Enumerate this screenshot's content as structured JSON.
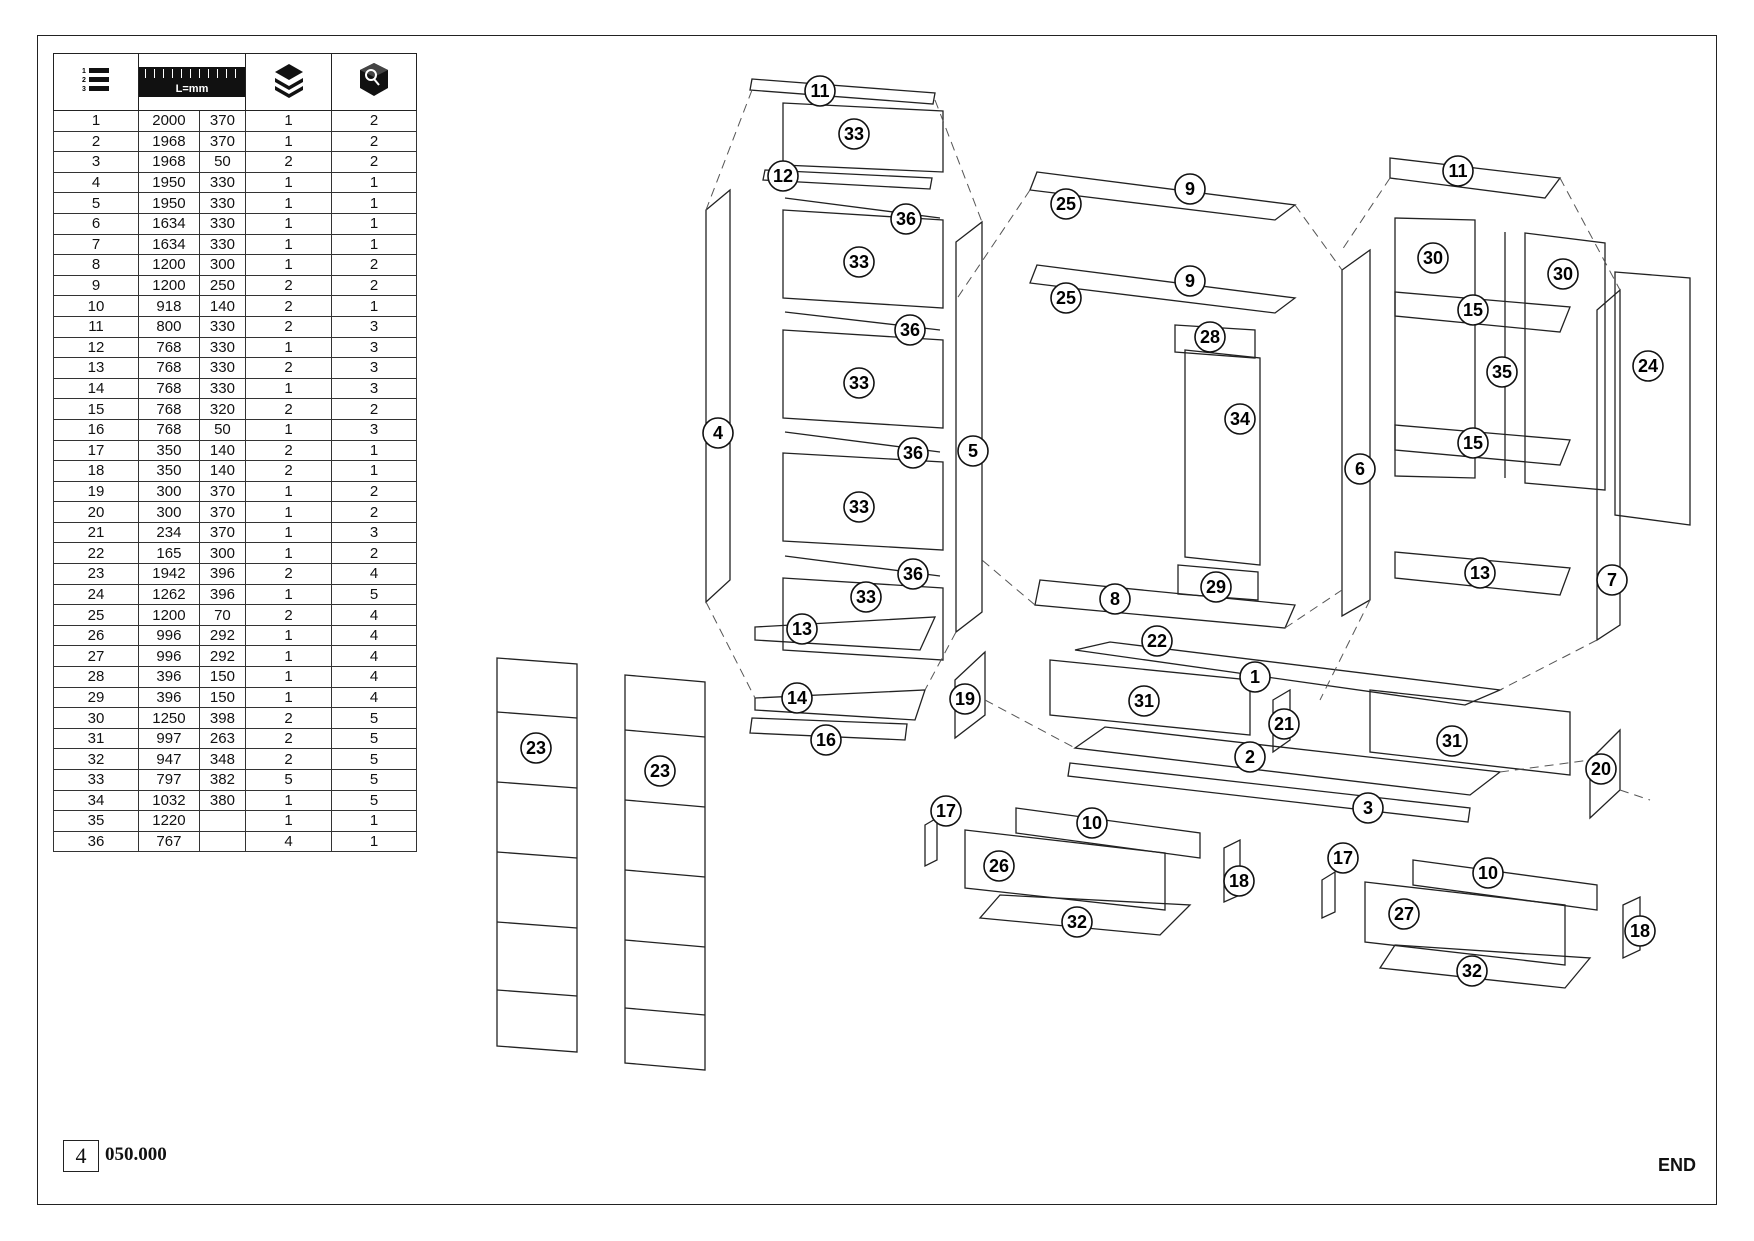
{
  "table": {
    "header_icons": [
      "numbered-list-icon",
      "ruler-icon",
      "layers-icon",
      "package-icon"
    ],
    "ruler_label": "L=mm",
    "rows": [
      [
        "1",
        "2000",
        "370",
        "1",
        "2"
      ],
      [
        "2",
        "1968",
        "370",
        "1",
        "2"
      ],
      [
        "3",
        "1968",
        "50",
        "2",
        "2"
      ],
      [
        "4",
        "1950",
        "330",
        "1",
        "1"
      ],
      [
        "5",
        "1950",
        "330",
        "1",
        "1"
      ],
      [
        "6",
        "1634",
        "330",
        "1",
        "1"
      ],
      [
        "7",
        "1634",
        "330",
        "1",
        "1"
      ],
      [
        "8",
        "1200",
        "300",
        "1",
        "2"
      ],
      [
        "9",
        "1200",
        "250",
        "2",
        "2"
      ],
      [
        "10",
        "918",
        "140",
        "2",
        "1"
      ],
      [
        "11",
        "800",
        "330",
        "2",
        "3"
      ],
      [
        "12",
        "768",
        "330",
        "1",
        "3"
      ],
      [
        "13",
        "768",
        "330",
        "2",
        "3"
      ],
      [
        "14",
        "768",
        "330",
        "1",
        "3"
      ],
      [
        "15",
        "768",
        "320",
        "2",
        "2"
      ],
      [
        "16",
        "768",
        "50",
        "1",
        "3"
      ],
      [
        "17",
        "350",
        "140",
        "2",
        "1"
      ],
      [
        "18",
        "350",
        "140",
        "2",
        "1"
      ],
      [
        "19",
        "300",
        "370",
        "1",
        "2"
      ],
      [
        "20",
        "300",
        "370",
        "1",
        "2"
      ],
      [
        "21",
        "234",
        "370",
        "1",
        "3"
      ],
      [
        "22",
        "165",
        "300",
        "1",
        "2"
      ],
      [
        "23",
        "1942",
        "396",
        "2",
        "4"
      ],
      [
        "24",
        "1262",
        "396",
        "1",
        "5"
      ],
      [
        "25",
        "1200",
        "70",
        "2",
        "4"
      ],
      [
        "26",
        "996",
        "292",
        "1",
        "4"
      ],
      [
        "27",
        "996",
        "292",
        "1",
        "4"
      ],
      [
        "28",
        "396",
        "150",
        "1",
        "4"
      ],
      [
        "29",
        "396",
        "150",
        "1",
        "4"
      ],
      [
        "30",
        "1250",
        "398",
        "2",
        "5"
      ],
      [
        "31",
        "997",
        "263",
        "2",
        "5"
      ],
      [
        "32",
        "947",
        "348",
        "2",
        "5"
      ],
      [
        "33",
        "797",
        "382",
        "5",
        "5"
      ],
      [
        "34",
        "1032",
        "380",
        "1",
        "5"
      ],
      [
        "35",
        "1220",
        "",
        "1",
        "1"
      ],
      [
        "36",
        "767",
        "",
        "4",
        "1"
      ]
    ]
  },
  "diagram": {
    "labels": [
      "1",
      "2",
      "3",
      "4",
      "5",
      "6",
      "7",
      "8",
      "9",
      "9",
      "10",
      "10",
      "11",
      "11",
      "12",
      "13",
      "13",
      "14",
      "15",
      "15",
      "16",
      "17",
      "17",
      "18",
      "18",
      "19",
      "20",
      "21",
      "22",
      "23",
      "23",
      "24",
      "25",
      "25",
      "26",
      "27",
      "28",
      "29",
      "30",
      "30",
      "31",
      "31",
      "32",
      "32",
      "33",
      "33",
      "33",
      "33",
      "33",
      "34",
      "35",
      "36",
      "36",
      "36",
      "36"
    ]
  },
  "footer": {
    "page_number": "4",
    "document_code": "050.000",
    "end_label": "END"
  }
}
